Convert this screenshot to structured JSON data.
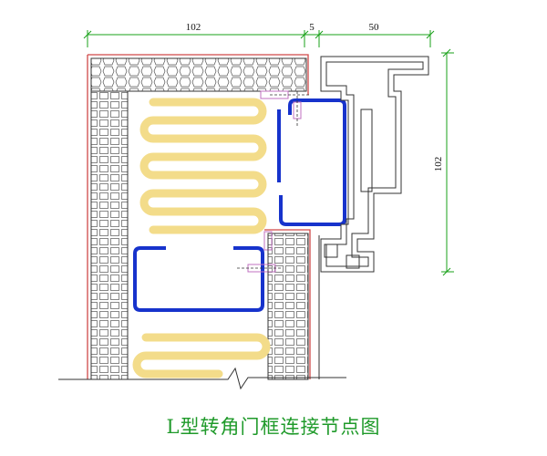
{
  "caption": "L型转角门框连接节点图",
  "dimensions": {
    "top_left": "102",
    "top_mid": "5",
    "top_right": "50",
    "right_vertical": "102"
  },
  "colors": {
    "dimension": "#18a018",
    "outline": "#333333",
    "frame_red": "#d04848",
    "insulation": "#f3dc8a",
    "steel_tube": "#1733cc",
    "connector": "#c070c0",
    "caption": "#1f9a2a"
  }
}
